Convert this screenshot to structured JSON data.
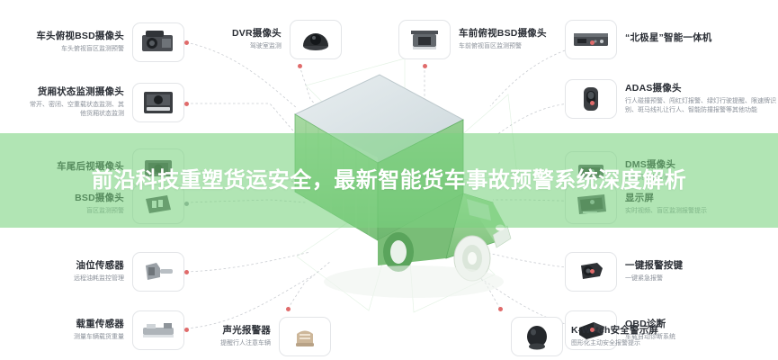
{
  "overlay": {
    "headline": "前沿科技重塑货运安全，最新智能货车事故预警系统深度解析",
    "band_color": "#78d27d",
    "text_color": "#ffffff"
  },
  "diagram": {
    "subject": "智能货车事故预警系统部件示意图",
    "accent_dot_color": "#e06b6b",
    "truck_color": "#8ecb8a"
  },
  "items": {
    "left": [
      {
        "title": "车头俯视BSD摄像头",
        "desc": "车头俯视盲区监测预警",
        "icon": "camera-bsd-icon"
      },
      {
        "title": "货厢状态监测摄像头",
        "desc": "常开、密闭、空重载状态监测、其他货厢状态监测",
        "icon": "camera-cargo-icon"
      },
      {
        "title": "车尾后视摄像头",
        "desc": "",
        "icon": "camera-rear-icon"
      },
      {
        "title": "BSD摄像头",
        "desc": "盲区监测预警",
        "icon": "camera-bsd-side-icon"
      },
      {
        "title": "油位传感器",
        "desc": "远程油耗监控管理",
        "icon": "fuel-sensor-icon"
      },
      {
        "title": "载重传感器",
        "desc": "测量车辆载货重量",
        "icon": "load-sensor-icon"
      }
    ],
    "top": [
      {
        "title": "DVR摄像头",
        "desc": "驾驶室监测",
        "icon": "dome-camera-icon"
      },
      {
        "title": "车前俯视BSD摄像头",
        "desc": "车前俯视盲区监测预警",
        "icon": "front-camera-icon"
      }
    ],
    "right": [
      {
        "title": "“北极星”智能一体机",
        "desc": "",
        "icon": "polaris-unit-icon"
      },
      {
        "title": "ADAS摄像头",
        "desc": "行人碰撞预警、闯红灯报警、绿灯行驶提醒、限速牌识别、斑马线礼让行人、智能防撞报警等其他功能",
        "icon": "adas-camera-icon"
      },
      {
        "title": "DMS摄像头",
        "desc": "驾驶员状态监测",
        "icon": "dms-camera-icon"
      },
      {
        "title": "显示屏",
        "desc": "实时视频、盲区监测报警提示",
        "icon": "display-screen-icon"
      },
      {
        "title": "一键报警按键",
        "desc": "一键紧急报警",
        "icon": "panic-button-icon"
      },
      {
        "title": "OBD诊断",
        "desc": "车载自动诊断系统",
        "icon": "obd-icon"
      }
    ],
    "bottom": [
      {
        "title": "声光报警器",
        "desc": "提醒行人注意车辆",
        "icon": "siren-icon"
      },
      {
        "title": "K-Watch安全警示屏",
        "desc": "图形化主动安全报警提示",
        "icon": "kwatch-screen-icon"
      }
    ]
  }
}
